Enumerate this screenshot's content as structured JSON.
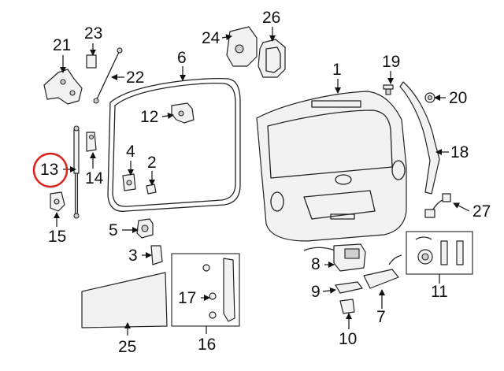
{
  "callouts": {
    "c1": "1",
    "c2": "2",
    "c3": "3",
    "c4": "4",
    "c5": "5",
    "c6": "6",
    "c7": "7",
    "c8": "8",
    "c9": "9",
    "c10": "10",
    "c11": "11",
    "c12": "12",
    "c13": "13",
    "c14": "14",
    "c15": "15",
    "c16": "16",
    "c17": "17",
    "c18": "18",
    "c19": "19",
    "c20": "20",
    "c21": "21",
    "c22": "22",
    "c23": "23",
    "c24": "24",
    "c25": "25",
    "c26": "26",
    "c27": "27"
  },
  "highlight": {
    "callout": "13",
    "color": "#e0201c"
  }
}
